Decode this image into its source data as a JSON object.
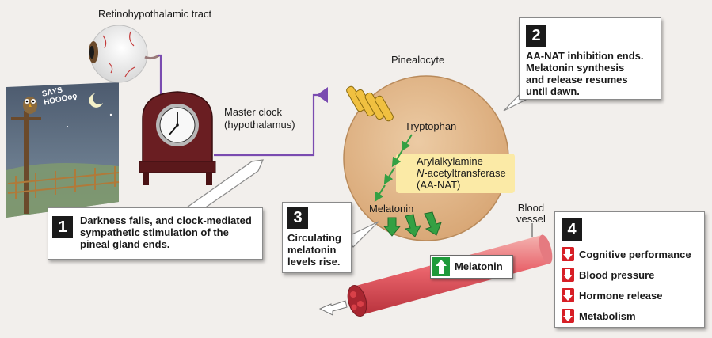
{
  "labels": {
    "tract": "Retinohypothalamic tract",
    "master_clock_1": "Master clock",
    "master_clock_2": "(hypothalamus)",
    "pinealocyte": "Pinealocyte",
    "tryptophan": "Tryptophan",
    "enzyme_1": "Arylalkylamine",
    "enzyme_2_italic": "N",
    "enzyme_2_rest": "-acetyltransferase",
    "enzyme_3": "(AA-NAT)",
    "melatonin_inside": "Melatonin",
    "vessel_1": "Blood",
    "vessel_2": "vessel",
    "melatonin_badge": "Melatonin",
    "owl_says_1": "SAYS",
    "owl_says_2": "HOOOoo"
  },
  "callouts": [
    {
      "number": "1",
      "lines": [
        "Darkness falls, and clock-mediated",
        "sympathetic stimulation of the",
        "pineal gland ends."
      ]
    },
    {
      "number": "2",
      "lines": [
        "AA-NAT inhibition ends.",
        "Melatonin synthesis",
        "and release resumes",
        "until dawn."
      ]
    },
    {
      "number": "3",
      "lines": [
        "Circulating",
        "melatonin",
        "levels rise."
      ]
    },
    {
      "number": "4",
      "effects": [
        "Cognitive performance",
        "Blood pressure",
        "Hormone release",
        "Metabolism"
      ]
    }
  ],
  "colors": {
    "pineal_cell": "#e8c296",
    "nerve": "#7a4bb0",
    "enzyme_highlight": "#fbeaa6",
    "arrow_green": "#34a043",
    "decrease_red": "#d71f26",
    "increase_green": "#1e9a3a",
    "vessel": "#e8626a"
  }
}
